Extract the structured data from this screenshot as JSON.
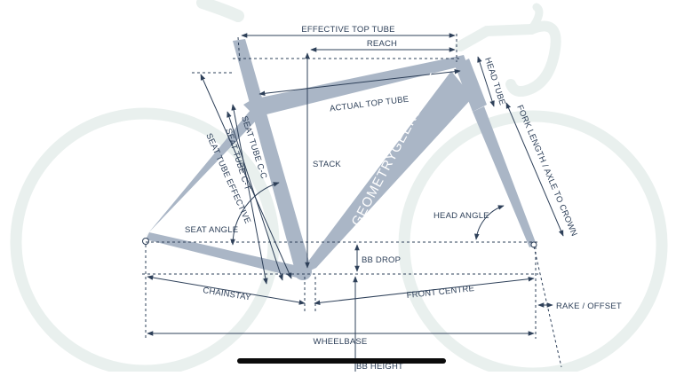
{
  "labels": {
    "effective_top_tube": "EFFECTIVE TOP TUBE",
    "reach": "REACH",
    "head_tube": "HEAD TUBE",
    "actual_top_tube": "ACTUAL TOP TUBE",
    "fork_length": "FORK LENGTH / AXLE TO CROWN",
    "seat_tube_effective": "SEAT TUBE EFFECTIVE",
    "seat_tube_cc": "SEAT TUBE C-C",
    "seat_tube_ct": "SEAT TUBE C-T",
    "stack": "STACK",
    "watermark": "GEOMETRYGEEKS.BIKE",
    "head_angle": "HEAD ANGLE",
    "seat_angle": "SEAT ANGLE",
    "bb_drop": "BB DROP",
    "chainstay": "CHAINSTAY",
    "front_centre": "FRONT CENTRE",
    "rake_offset": "RAKE / OFFSET",
    "wheelbase": "WHEELBASE",
    "bb_height": "BB HEIGHT"
  },
  "colors": {
    "ink": "#2e4059",
    "frame": "#aab6c6",
    "ghost": "#e9f0ee",
    "background": "#ffffff"
  }
}
